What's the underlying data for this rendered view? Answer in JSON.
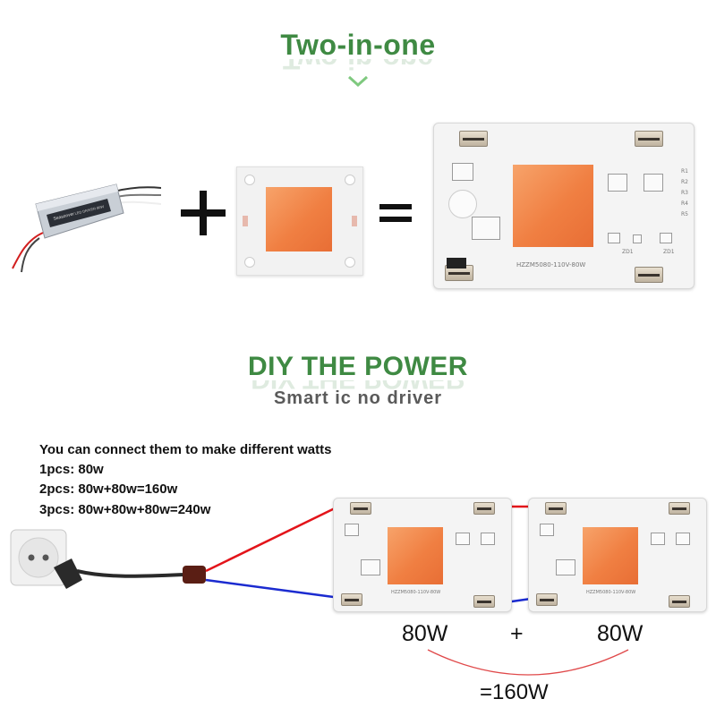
{
  "section1": {
    "title": "Two-in-one"
  },
  "section2": {
    "title": "DIY THE POWER",
    "subtitle": "Smart ic no driver"
  },
  "info": {
    "heading": "You can connect them to make different watts",
    "lines": [
      "1pcs:  80w",
      "2pcs:  80w+80w=160w",
      "3pcs:  80w+80w+80w=240w"
    ]
  },
  "equation": {
    "plus": "+",
    "equals": "="
  },
  "board": {
    "label": "HZZM5080-110V-80W",
    "label_small": "HZZM5080-110V-80W",
    "zd": [
      "ZD1",
      "ZD1"
    ],
    "r": [
      "R1",
      "R2",
      "R3",
      "R4",
      "R5"
    ]
  },
  "driver": {
    "brand": "Seasonver",
    "spec": "LED DRIVER 80W"
  },
  "wattage": {
    "left": "80W",
    "plus": "+",
    "right": "80W",
    "total": "=160W"
  },
  "colors": {
    "accent_green": "#3f8a43",
    "wire_red": "#e3141a",
    "wire_blue": "#1b2bd0",
    "chip_orange": "#f07f42"
  }
}
